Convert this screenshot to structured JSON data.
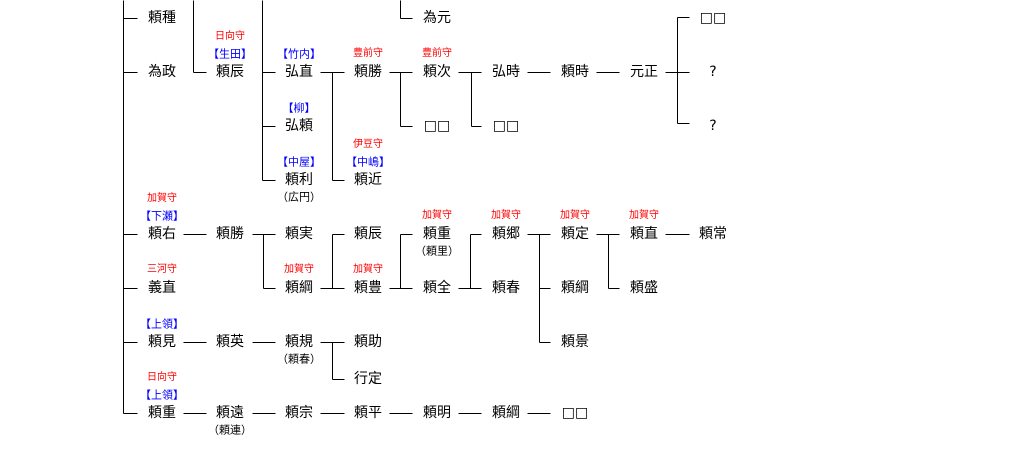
{
  "colors": {
    "name": "#000000",
    "title": "#ff0000",
    "clan": "#0000ff",
    "line": "#000000"
  },
  "nodes": [
    {
      "name": "頼種"
    },
    {
      "name": "為元"
    },
    {
      "name": "□□"
    },
    {
      "name": "為政"
    },
    {
      "name": "頼辰",
      "title": "日向守",
      "clan": "【生田】"
    },
    {
      "name": "弘直",
      "clan": "【竹内】"
    },
    {
      "name": "頼勝",
      "title": "豊前守"
    },
    {
      "name": "頼次",
      "title": "豊前守"
    },
    {
      "name": "弘時"
    },
    {
      "name": "頼時"
    },
    {
      "name": "元正"
    },
    {
      "name": "?"
    },
    {
      "name": "弘頼",
      "clan": "【柳】"
    },
    {
      "name": "□□"
    },
    {
      "name": "□□"
    },
    {
      "name": "?"
    },
    {
      "name": "頼利",
      "clan": "【中屋】",
      "alt": "（広円）"
    },
    {
      "name": "頼近",
      "title": "伊豆守",
      "clan": "【中嶋】"
    },
    {
      "name": "頼右",
      "title": "加賀守",
      "clan": "【下瀬】"
    },
    {
      "name": "頼勝"
    },
    {
      "name": "頼実"
    },
    {
      "name": "頼辰"
    },
    {
      "name": "頼重",
      "title": "加賀守",
      "alt": "（頼里）"
    },
    {
      "name": "頼郷",
      "title": "加賀守"
    },
    {
      "name": "頼定",
      "title": "加賀守"
    },
    {
      "name": "頼直",
      "title": "加賀守"
    },
    {
      "name": "頼常"
    },
    {
      "name": "義直",
      "title": "三河守"
    },
    {
      "name": "頼綱",
      "title": "加賀守"
    },
    {
      "name": "頼豊",
      "title": "加賀守"
    },
    {
      "name": "頼全"
    },
    {
      "name": "頼春"
    },
    {
      "name": "頼綱"
    },
    {
      "name": "頼盛"
    },
    {
      "name": "頼見",
      "clan": "【上領】"
    },
    {
      "name": "頼英"
    },
    {
      "name": "頼規",
      "alt": "（頼春）"
    },
    {
      "name": "頼助"
    },
    {
      "name": "頼景"
    },
    {
      "name": "行定"
    },
    {
      "name": "頼重",
      "title": "日向守",
      "clan": "【上領】"
    },
    {
      "name": "頼遠",
      "alt": "（頼連）"
    },
    {
      "name": "頼宗"
    },
    {
      "name": "頼平"
    },
    {
      "name": "頼明"
    },
    {
      "name": "頼綱"
    },
    {
      "name": "□□"
    }
  ]
}
